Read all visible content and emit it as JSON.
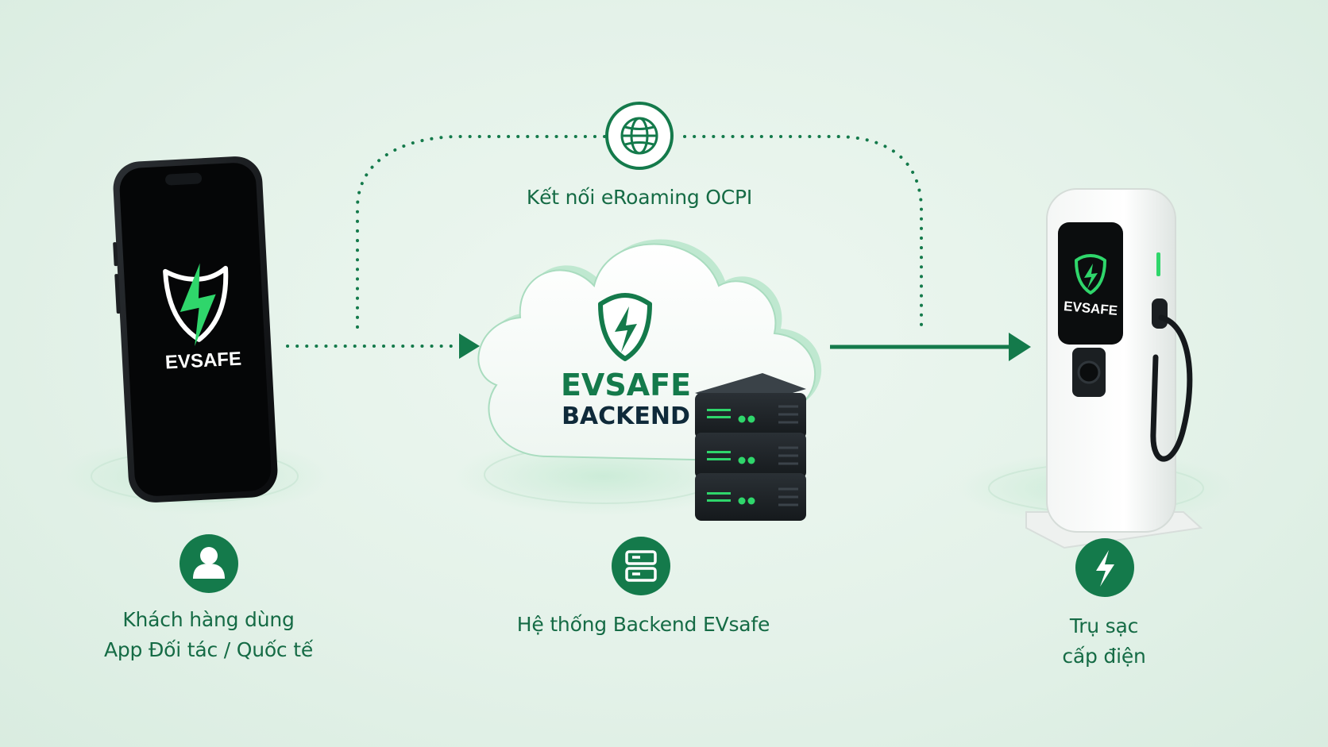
{
  "colors": {
    "primary_green": "#147a4b",
    "accent_green": "#2fd66b",
    "phone_body": "#111315",
    "background": "#e6f3eb"
  },
  "top_link": {
    "icon": "globe-icon",
    "label": "Kết nối eRoaming OCPI"
  },
  "phone": {
    "brand": "EVSAFE",
    "icon": "shield-lightning-icon",
    "node_icon": "user-icon",
    "label_line1": "Khách hàng dùng",
    "label_line2": "App Đối tác / Quốc tế"
  },
  "backend": {
    "brand_line1": "EVSAFE",
    "brand_line2": "BACKEND",
    "icon": "shield-lightning-icon",
    "node_icon": "server-icon",
    "label": "Hệ thống Backend EVsafe"
  },
  "charger": {
    "brand": "EVSAFE",
    "icon": "shield-lightning-icon",
    "node_icon": "lightning-icon",
    "label_line1": "Trụ sạc",
    "label_line2": "cấp điện"
  }
}
